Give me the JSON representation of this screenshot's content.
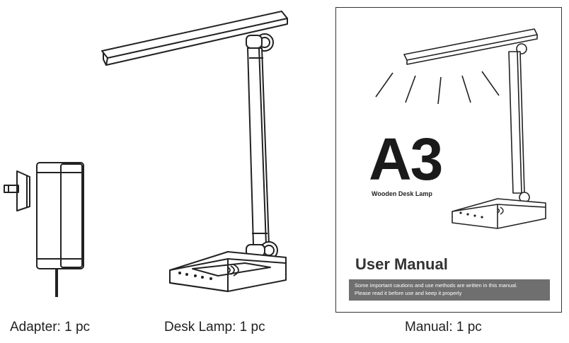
{
  "items": [
    {
      "caption": "Adapter: 1 pc"
    },
    {
      "caption": "Desk Lamp: 1 pc"
    },
    {
      "caption": "Manual: 1 pc"
    }
  ],
  "manual": {
    "model": "A3",
    "product": "Wooden Desk Lamp",
    "title": "User Manual",
    "note_line1": "Some important cautions and use methods are written in this manual.",
    "note_line2": "Please read it before use and keep it properly"
  },
  "icons": [
    "adapter-illustration",
    "desk-lamp-illustration",
    "wireless-charging-icon",
    "light-ray-icon"
  ],
  "colors": {
    "line": "#222222",
    "band": "#6f6f6f",
    "text": "#222222"
  }
}
